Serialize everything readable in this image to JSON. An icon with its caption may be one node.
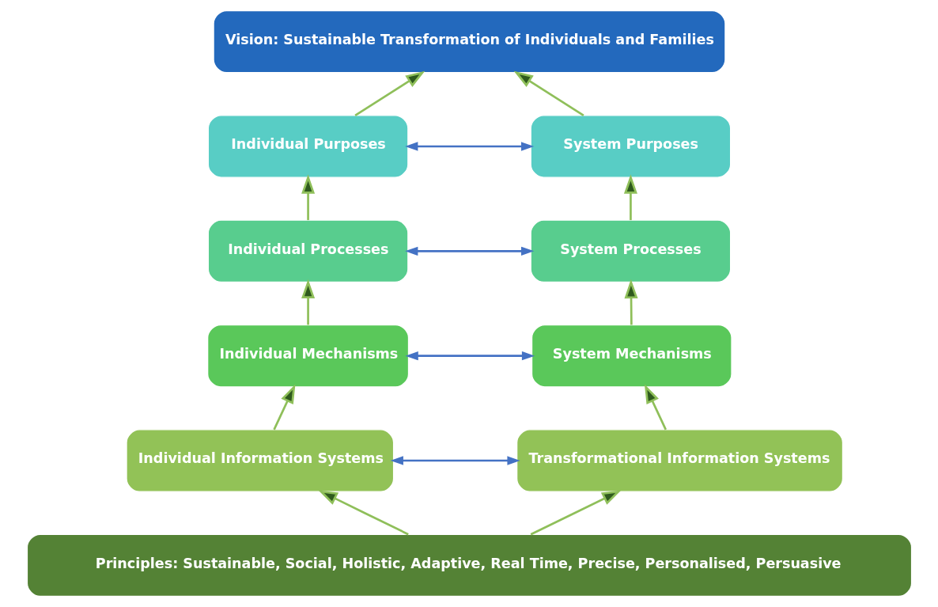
{
  "diagram": {
    "nodes": [
      {
        "text": [
          "Vision: Sustainable Transformation of Individuals and Families"
        ]
      },
      {
        "text": [
          "Individual Purposes"
        ]
      },
      {
        "text": [
          "System Purposes"
        ]
      },
      {
        "text": [
          "Individual Processes"
        ]
      },
      {
        "text": [
          "System Processes"
        ]
      },
      {
        "text": [
          "Individual Mechanisms"
        ]
      },
      {
        "text": [
          "System Mechanisms"
        ]
      },
      {
        "text": [
          "Individual Information Systems"
        ]
      },
      {
        "text": [
          "Transformational Information Systems"
        ]
      },
      {
        "text": [
          "Principles: Sustainable, Social, Holistic, Adaptive, Real Time, Precise, Personalised, Persuasive"
        ]
      }
    ],
    "edges": [
      {
        "from": 9,
        "to": 7,
        "arrow": "to"
      },
      {
        "from": 9,
        "to": 8,
        "arrow": "to"
      },
      {
        "from": 7,
        "to": 8,
        "arrow": "both",
        "color": "#4472c4"
      },
      {
        "from": 7,
        "to": 5,
        "arrow": "to"
      },
      {
        "from": 8,
        "to": 6,
        "arrow": "to"
      },
      {
        "from": 5,
        "to": 6,
        "arrow": "both",
        "color": "#4472c4"
      },
      {
        "from": 5,
        "to": 3,
        "arrow": "to"
      },
      {
        "from": 6,
        "to": 4,
        "arrow": "to"
      },
      {
        "from": 3,
        "to": 4,
        "arrow": "both",
        "color": "#4472c4"
      },
      {
        "from": 3,
        "to": 1,
        "arrow": "to"
      },
      {
        "from": 4,
        "to": 2,
        "arrow": "to"
      },
      {
        "from": 1,
        "to": 2,
        "arrow": "both",
        "color": "#4472c4"
      },
      {
        "from": 1,
        "to": 0,
        "arrow": "to"
      },
      {
        "from": 2,
        "to": 0,
        "arrow": "to"
      }
    ]
  }
}
